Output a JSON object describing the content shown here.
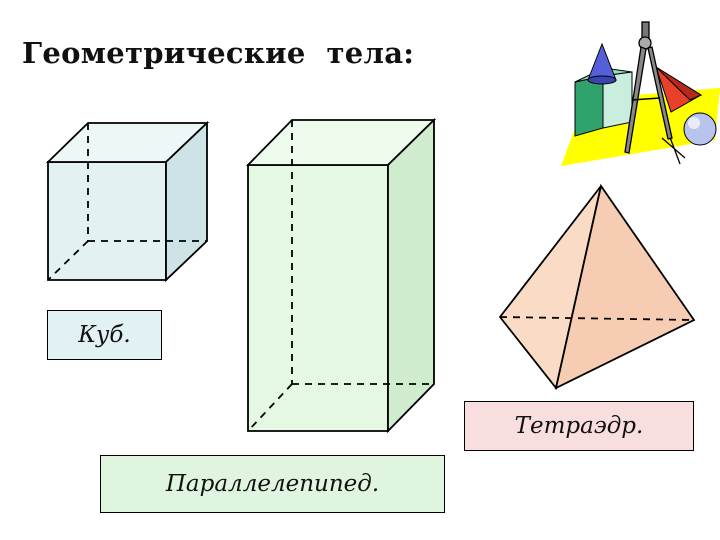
{
  "title": "Геометрические  тела:",
  "labels": {
    "cube": "Куб.",
    "parallelepiped": "Параллелепипед.",
    "tetrahedron": "Тетраэдр."
  },
  "colors": {
    "cube_fill": "#e2f1f3",
    "parallelepiped_fill": "#dff5df",
    "tetrahedron_fill": "#f8dede",
    "clipart_background": "#ffff00"
  },
  "icons": {
    "clipart": "geometry-tools-clipart-icon"
  }
}
